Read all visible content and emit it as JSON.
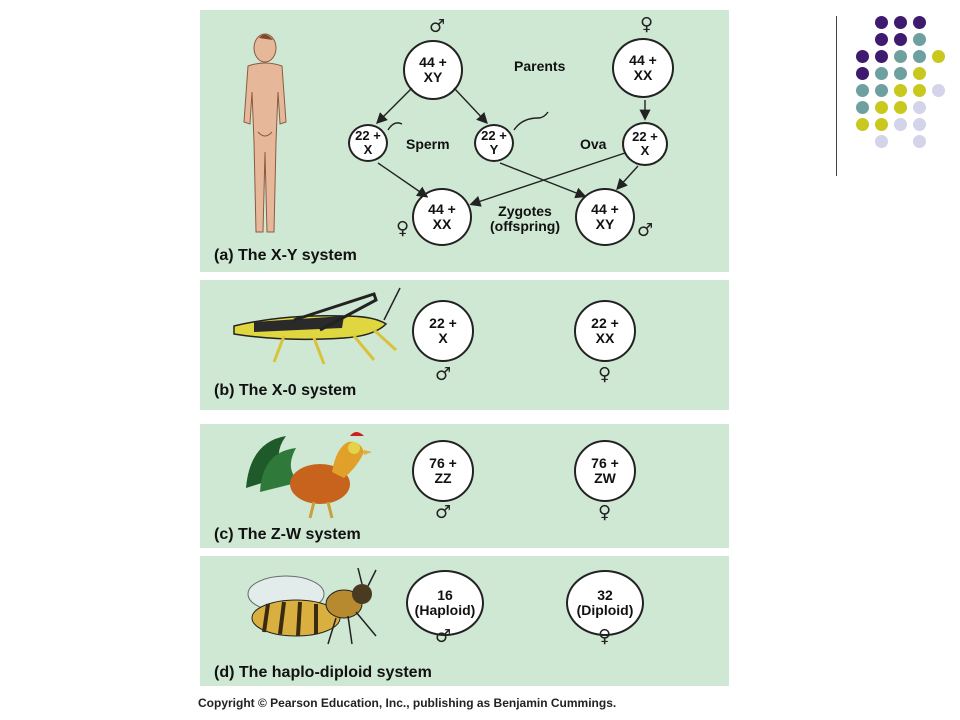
{
  "panel_a": {
    "symbol_male": "♂",
    "symbol_female": "♀",
    "parent_male": {
      "l1": "44 +",
      "l2": "XY"
    },
    "parent_female": {
      "l1": "44 +",
      "l2": "XX"
    },
    "parents_label": "Parents",
    "sperm_x": {
      "l1": "22 +",
      "l2": "X"
    },
    "sperm_y": {
      "l1": "22 +",
      "l2": "Y"
    },
    "sperm_label": "Sperm",
    "ovum": {
      "l1": "22 +",
      "l2": "X"
    },
    "ova_label": "Ova",
    "zygote_female": {
      "l1": "44 +",
      "l2": "XX"
    },
    "zygote_male": {
      "l1": "44 +",
      "l2": "XY"
    },
    "zygotes_label_1": "Zygotes",
    "zygotes_label_2": "(offspring)",
    "caption_letter": "(a)",
    "caption_text": "The X-Y system"
  },
  "panel_b": {
    "male": {
      "l1": "22 +",
      "l2": "X"
    },
    "female": {
      "l1": "22 +",
      "l2": "XX"
    },
    "symbol_male": "♂",
    "symbol_female": "♀",
    "caption_letter": "(b)",
    "caption_text": "The X-0 system"
  },
  "panel_c": {
    "male": {
      "l1": "76 +",
      "l2": "ZZ"
    },
    "female": {
      "l1": "76 +",
      "l2": "ZW"
    },
    "symbol_male": "♂",
    "symbol_female": "♀",
    "caption_letter": "(c)",
    "caption_text": "The Z-W system"
  },
  "panel_d": {
    "male": {
      "l1": "16",
      "l2": "(Haploid)"
    },
    "female": {
      "l1": "32",
      "l2": "(Diploid)"
    },
    "symbol_male": "♂",
    "symbol_female": "♀",
    "caption_letter": "(d)",
    "caption_text": "The haplo-diploid system"
  },
  "copyright": "Copyright © Pearson Education, Inc., publishing as Benjamin Cummings.",
  "colors": {
    "panel_bg": "#cfe8d3",
    "dot_purple": "#3e1b6e",
    "dot_teal": "#6fa0a0",
    "dot_yellow": "#c9c81e",
    "dot_lavender": "#d3d3ea"
  }
}
